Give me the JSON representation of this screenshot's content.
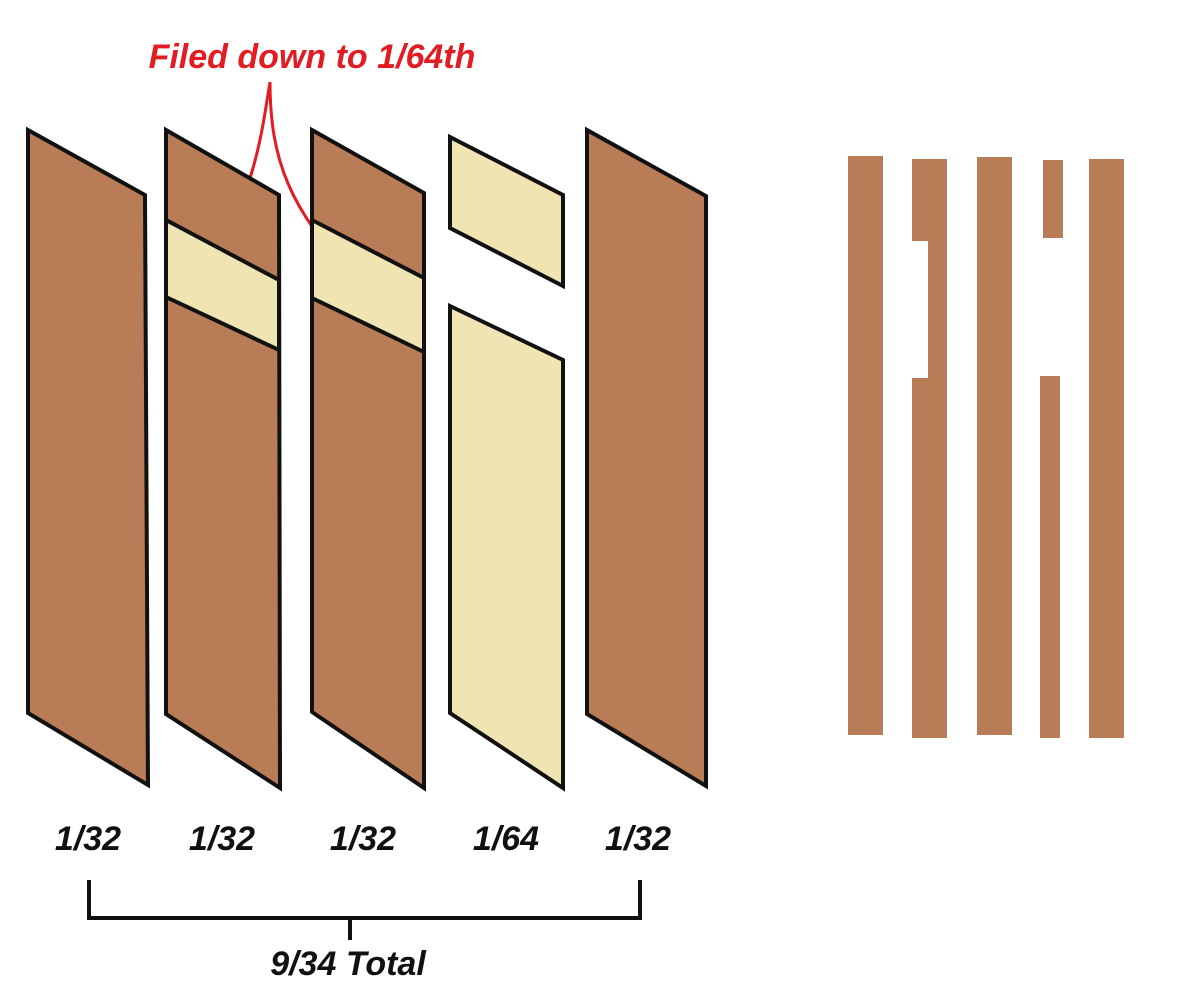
{
  "annotation": {
    "text": "Filed down to 1/64th",
    "color": "#e31b23"
  },
  "colors": {
    "wood": "#b87c56",
    "filed": "#f0e4b2",
    "outline": "#111111"
  },
  "layers": [
    {
      "label": "1/32",
      "style": "solid"
    },
    {
      "label": "1/32",
      "style": "filed-band"
    },
    {
      "label": "1/32",
      "style": "filed-band"
    },
    {
      "label": "1/64",
      "style": "split-light"
    },
    {
      "label": "1/32",
      "style": "solid"
    }
  ],
  "total": {
    "label": "9/34 Total"
  }
}
